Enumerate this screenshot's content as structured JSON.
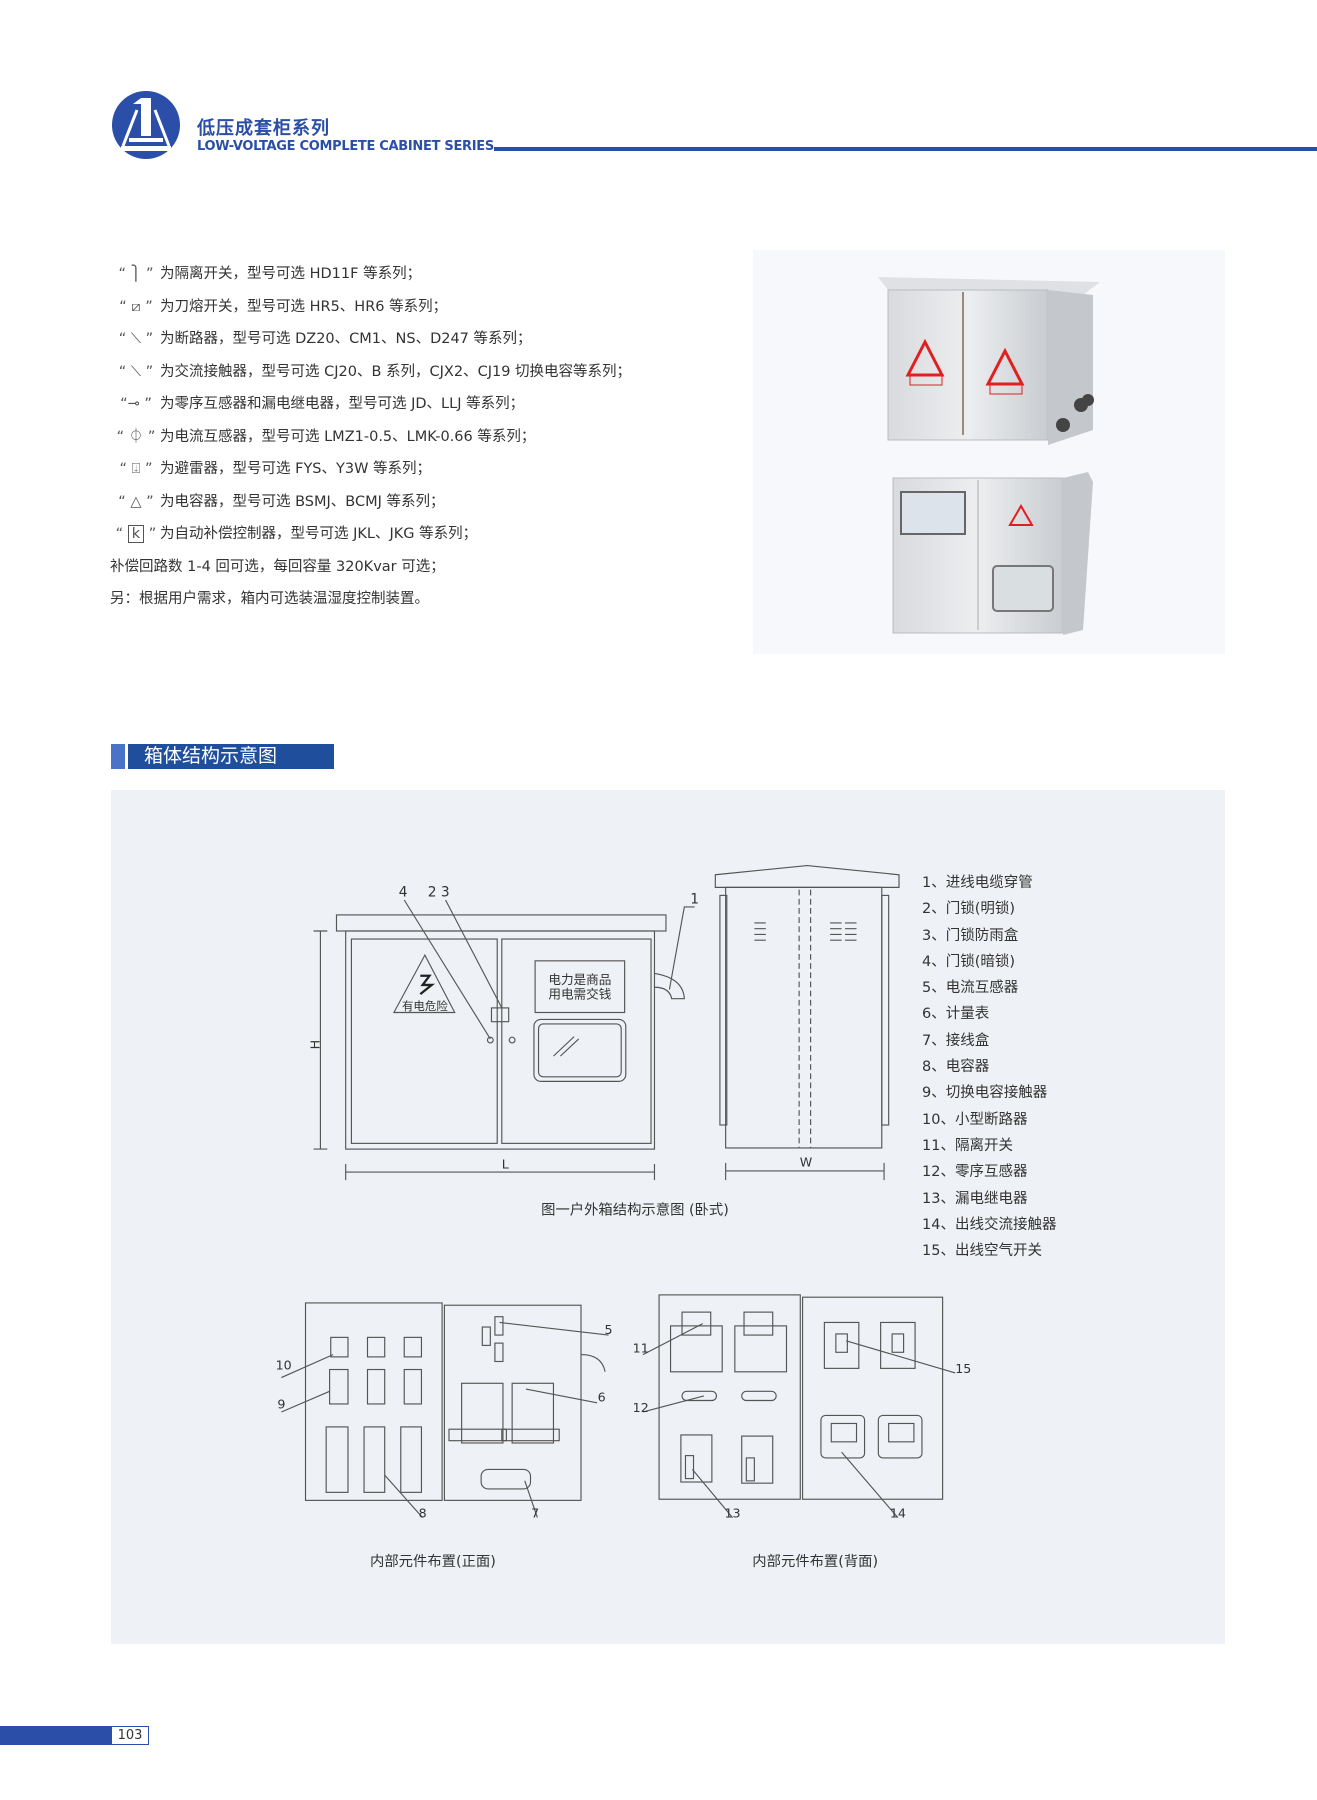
{
  "header": {
    "title_cn": "低压成套柜系列",
    "title_en": "LOW-VOLTAGE COMPLETE CABINET SERIES",
    "brand_color": "#2b4ea8"
  },
  "symbols": [
    {
      "icon": "isolating-switch-symbol",
      "text": "为隔离开关，型号可选 HD11F 等系列；"
    },
    {
      "icon": "fuse-switch-symbol",
      "text": "为刀熔开关，型号可选 HR5、HR6 等系列；"
    },
    {
      "icon": "circuit-breaker-symbol",
      "text": "为断路器，型号可选 DZ20、CM1、NS、D247 等系列；"
    },
    {
      "icon": "contactor-symbol",
      "text": "为交流接触器，型号可选 CJ20、B 系列，CJX2、CJ19 切换电容等系列；"
    },
    {
      "icon": "zero-sequence-ct-symbol",
      "text": "为零序互感器和漏电继电器，型号可选 JD、LLJ 等系列；"
    },
    {
      "icon": "current-transformer-symbol",
      "text": "为电流互感器，型号可选 LMZ1-0.5、LMK-0.66 等系列；"
    },
    {
      "icon": "surge-arrester-symbol",
      "text": "为避雷器，型号可选 FYS、Y3W 等系列；"
    },
    {
      "icon": "capacitor-symbol",
      "text": "为电容器，型号可选 BSMJ、BCMJ 等系列；"
    },
    {
      "icon": "controller-symbol",
      "label": "k",
      "text": "为自动补偿控制器，型号可选 JKL、JKG 等系列；"
    }
  ],
  "notes": [
    "补偿回路数 1-4 回可选，每回容量 320Kvar 可选；",
    "另：根据用户需求，箱内可选装温湿度控制装置。"
  ],
  "section_title": "箱体结构示意图",
  "diagram": {
    "sign_line1": "电力是商品",
    "sign_line2": "用电需交钱",
    "danger": "有电危险",
    "dim_h": "H",
    "dim_l": "L",
    "dim_w": "W",
    "callouts": {
      "c1": "1",
      "c23": "2 3",
      "c4": "4",
      "c5": "5",
      "c6": "6",
      "c7": "7",
      "c8": "8",
      "c9": "9",
      "c10": "10",
      "c11": "11",
      "c12": "12",
      "c13": "13",
      "c14": "14",
      "c15": "15"
    },
    "caption_main": "图一户外箱结构示意图 (卧式)",
    "caption_front": "内部元件布置(正面)",
    "caption_back": "内部元件布置(背面)"
  },
  "legend": [
    "1、进线电缆穿管",
    "2、门锁(明锁)",
    "3、门锁防雨盒",
    "4、门锁(暗锁)",
    "5、电流互感器",
    "6、计量表",
    "7、接线盒",
    "8、电容器",
    "9、切换电容接触器",
    "10、小型断路器",
    "11、隔离开关",
    "12、零序互感器",
    "13、漏电继电器",
    "14、出线交流接触器",
    "15、出线空气开关"
  ],
  "page_number": "103"
}
